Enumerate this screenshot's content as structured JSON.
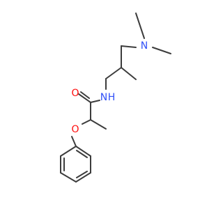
{
  "colors": {
    "bond": "#3c3c3c",
    "nitrogen": "#3050f8",
    "oxygen": "#ff0d0d"
  },
  "atoms": {
    "amine_n": {
      "symbol": "N",
      "element": "nitrogen"
    },
    "amide_n": {
      "symbol": "N",
      "element": "nitrogen",
      "hydrogen": "H"
    },
    "carbonyl_o": {
      "symbol": "O",
      "element": "oxygen"
    },
    "ether_o": {
      "symbol": "O",
      "element": "oxygen"
    }
  }
}
